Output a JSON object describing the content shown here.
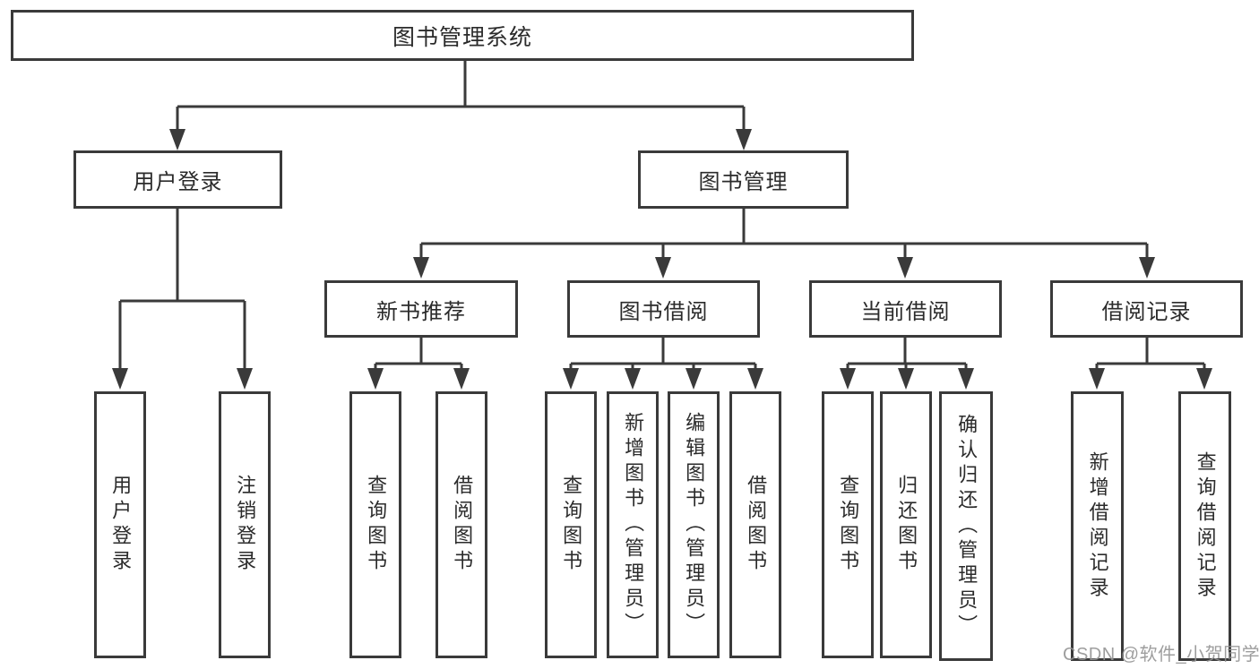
{
  "nodes": {
    "root": "图书管理系统",
    "user_login": "用户登录",
    "book_management": "图书管理",
    "new_book_recommend": "新书推荐",
    "book_borrow": "图书借阅",
    "current_borrow": "当前借阅",
    "borrow_records": "借阅记录"
  },
  "leaves": {
    "user_login": [
      "用户登录",
      "注销登录"
    ],
    "new_book_recommend": [
      "查询图书",
      "借阅图书"
    ],
    "book_borrow": [
      "查询图书",
      "新增图书（管理员）",
      "编辑图书（管理员）",
      "借阅图书"
    ],
    "current_borrow": [
      "查询图书",
      "归还图书",
      "确认归还（管理员）"
    ],
    "borrow_records": [
      "新增借阅记录",
      "查询借阅记录"
    ]
  },
  "watermark": "CSDN @软件_小贺同学",
  "colors": {
    "line": "#3a3a3a",
    "text": "#2b2b2b",
    "watermark": "#949494"
  }
}
